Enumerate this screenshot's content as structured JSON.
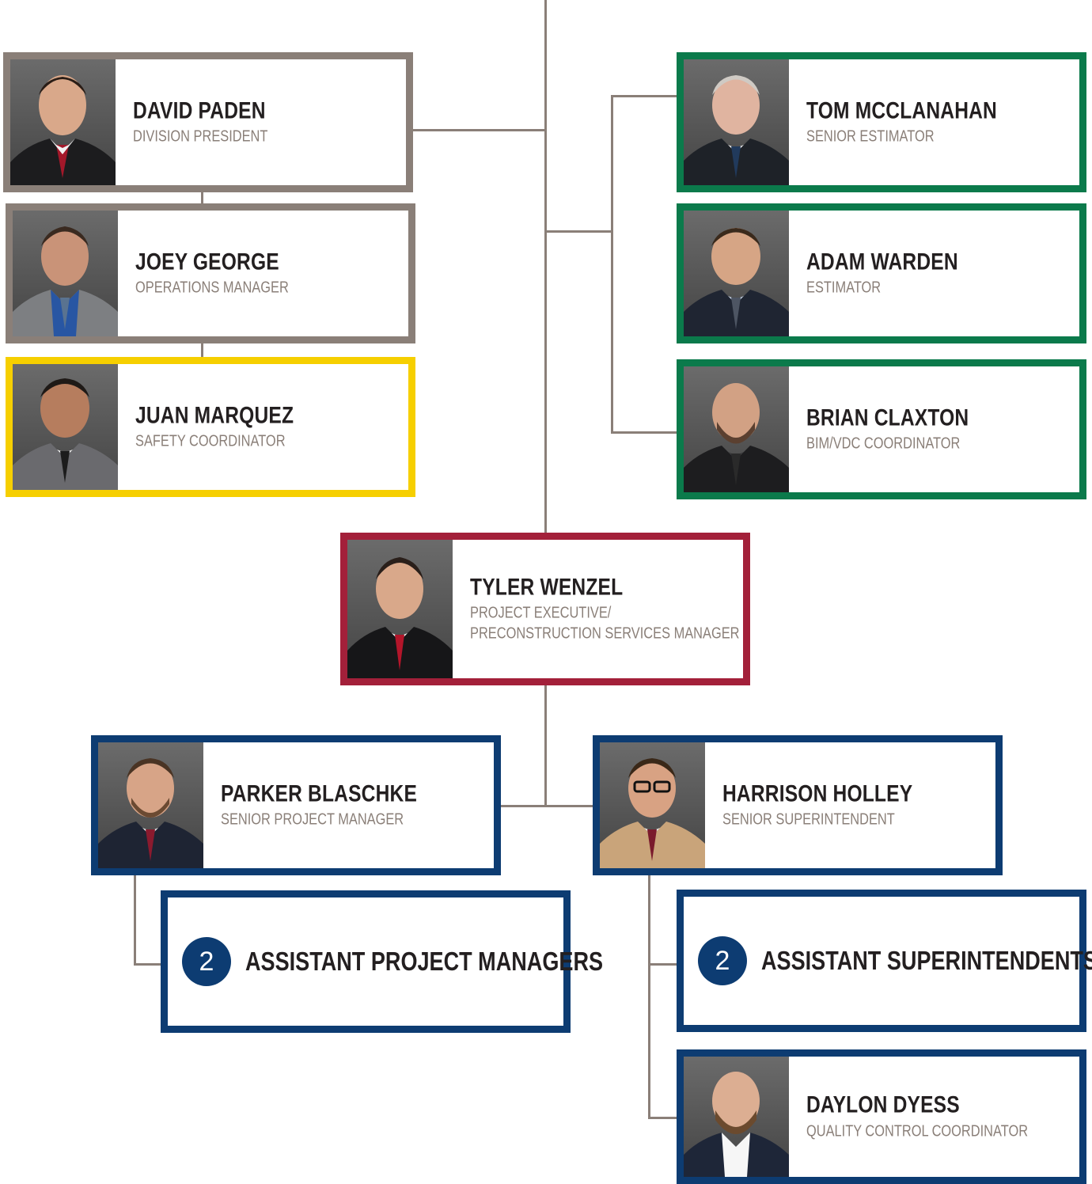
{
  "people": {
    "david_paden": {
      "name": "DAVID PADEN",
      "title": "DIVISION PRESIDENT"
    },
    "joey_george": {
      "name": "JOEY GEORGE",
      "title": "OPERATIONS MANAGER"
    },
    "juan_marquez": {
      "name": "JUAN MARQUEZ",
      "title": "SAFETY COORDINATOR"
    },
    "tom_mcclanahan": {
      "name": "TOM MCCLANAHAN",
      "title": "SENIOR ESTIMATOR"
    },
    "adam_warden": {
      "name": "ADAM WARDEN",
      "title": "ESTIMATOR"
    },
    "brian_claxton": {
      "name": "BRIAN CLAXTON",
      "title": "BIM/VDC COORDINATOR"
    },
    "tyler_wenzel": {
      "name": "TYLER WENZEL",
      "title_line1": "PROJECT EXECUTIVE/",
      "title_line2": "PRECONSTRUCTION SERVICES MANAGER"
    },
    "parker_blaschke": {
      "name": "PARKER BLASCHKE",
      "title": "SENIOR PROJECT MANAGER"
    },
    "harrison_holley": {
      "name": "HARRISON HOLLEY",
      "title": "SENIOR SUPERINTENDENT"
    },
    "daylon_dyess": {
      "name": "DAYLON DYESS",
      "title": "QUALITY CONTROL COORDINATOR"
    }
  },
  "groups": {
    "assistant_pms": {
      "count": "2",
      "label": "ASSISTANT PROJECT MANAGERS"
    },
    "assistant_supers": {
      "count": "2",
      "label": "ASSISTANT SUPERINTENDENTS"
    }
  },
  "colors": {
    "leadership": "#8a7f78",
    "estimating": "#0b7a4b",
    "safety": "#f6cf00",
    "executive": "#a3203a",
    "field": "#0d3c72",
    "connector": "#8a7f78"
  }
}
